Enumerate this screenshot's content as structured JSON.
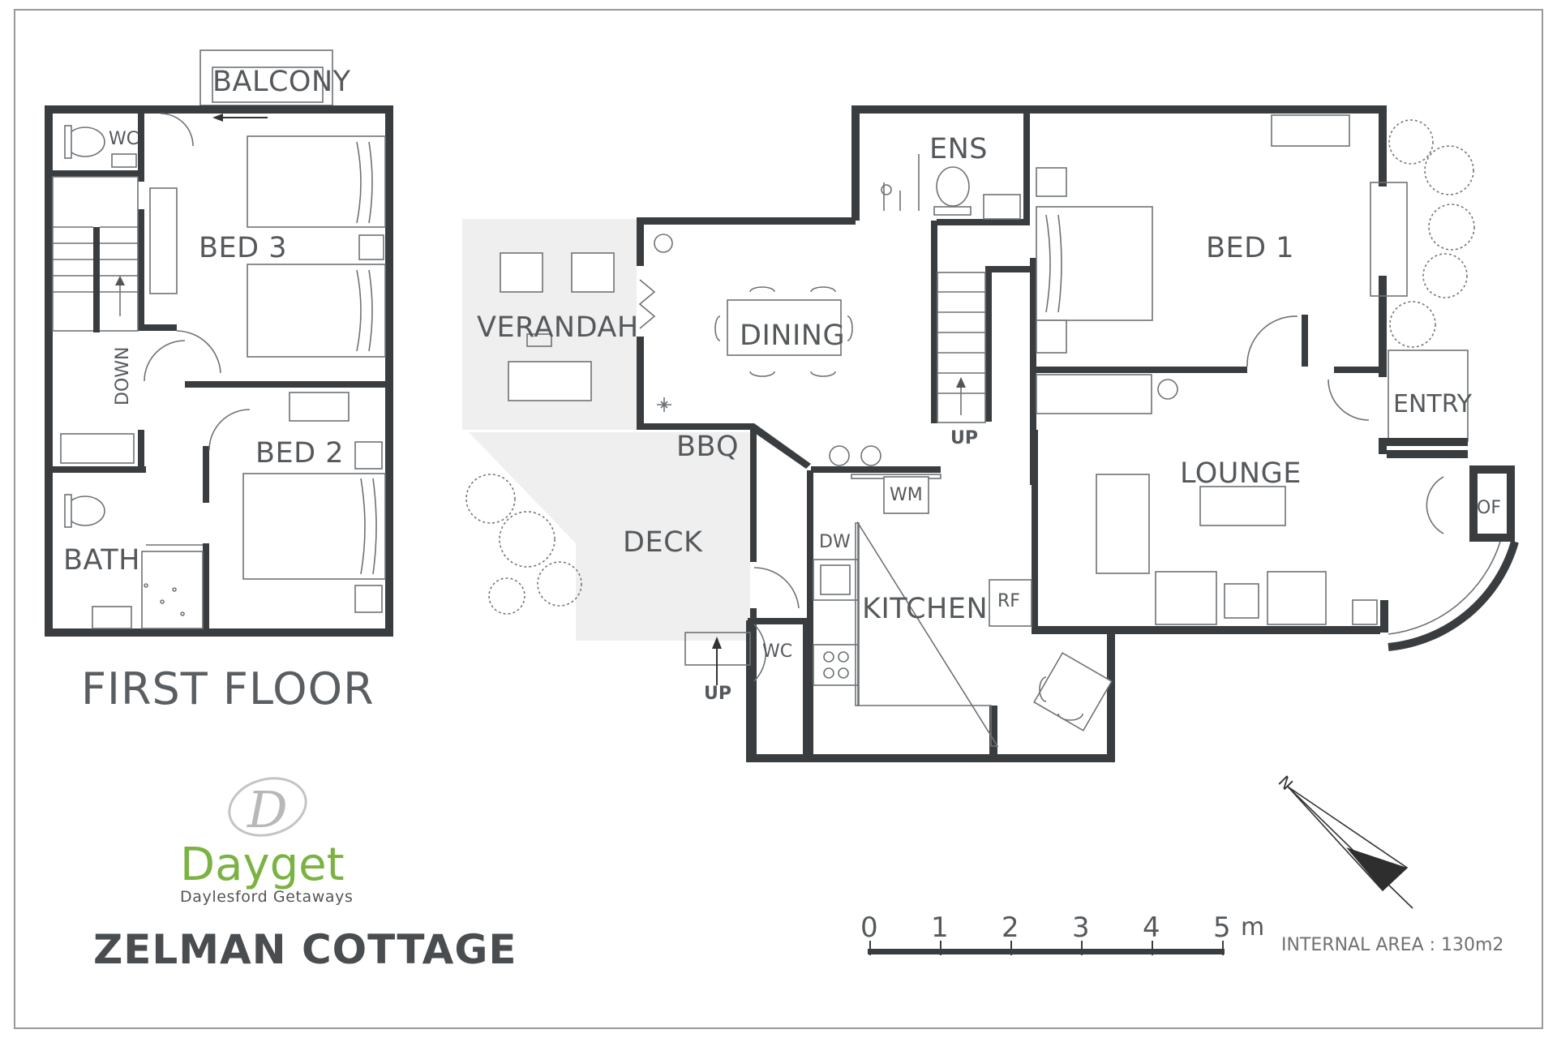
{
  "first_floor": {
    "title": "FIRST FLOOR",
    "rooms": {
      "balcony": "BALCONY",
      "wc": "WC",
      "bed3": "BED 3",
      "bed2": "BED 2",
      "bath": "BATH",
      "down": "DOWN"
    }
  },
  "ground_floor": {
    "rooms": {
      "verandah": "VERANDAH",
      "dining": "DINING",
      "ens": "ENS",
      "bed1": "BED 1",
      "bbq": "BBQ",
      "deck": "DECK",
      "up_deck": "UP",
      "up_stairs": "UP",
      "wm": "WM",
      "dw": "DW",
      "kitchen": "KITCHEN",
      "rf": "RF",
      "wc": "WC",
      "lounge": "LOUNGE",
      "entry": "ENTRY",
      "of": "OF"
    }
  },
  "branding": {
    "monogram": "D",
    "name": "Dayget",
    "tagline": "Daylesford Getaways",
    "brand_color": "#7bb342"
  },
  "property_name": "ZELMAN COTTAGE",
  "scale_bar": {
    "ticks": [
      "0",
      "1",
      "2",
      "3",
      "4",
      "5"
    ],
    "unit": "m"
  },
  "internal_area": "INTERNAL AREA : 130m2",
  "compass": {
    "north_label": "N"
  }
}
